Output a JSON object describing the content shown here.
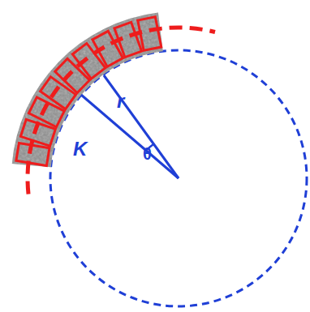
{
  "diagram": {
    "labels": [
      "K",
      "r",
      "θ"
    ]
  }
}
